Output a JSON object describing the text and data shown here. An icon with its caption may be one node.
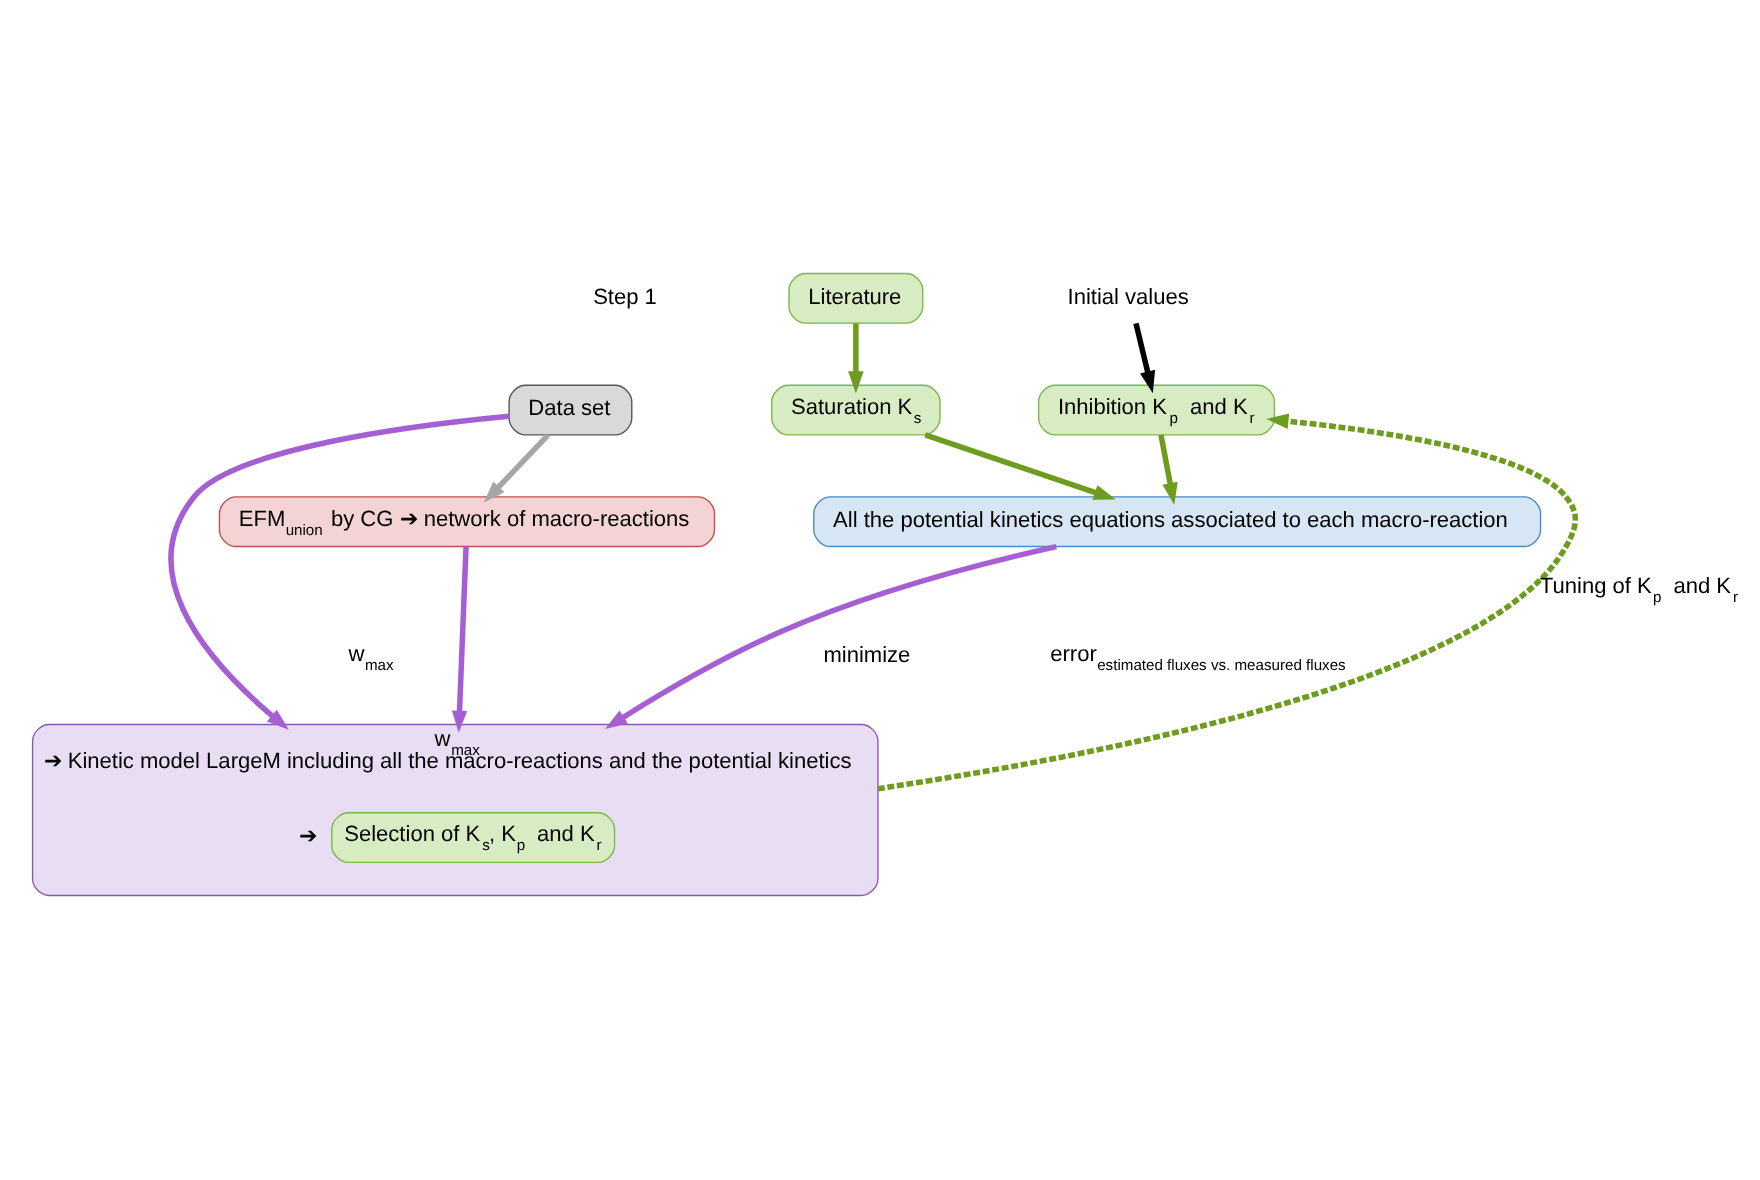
{
  "diagram": {
    "nodes": [
      {
        "text": [
          "Literature"
        ]
      },
      {
        "text": [
          "Initial values"
        ]
      },
      {
        "text": [
          "Data set"
        ]
      },
      {
        "text": [
          "Saturation K$_{s}$"
        ]
      },
      {
        "text": [
          "Inhibition K$_{p}$ and K$_{r}$"
        ]
      },
      {
        "text": [
          "EFM$_{union}$ by CG ➔ network of macro-reactions"
        ]
      },
      {
        "text": [
          "All the potential kinetics equations associated to each macro-reaction"
        ]
      },
      {
        "text": [
          "w$_{max}$",
          "➔ Kinetic model LargeM including all the macro-reactions and the potential kinetics"
        ]
      },
      {
        "text": [
          "Selection of K$_{s}$, K$_{p}$ and K$_{r}$"
        ],
        "in": 7,
        "beside": [
          "➔"
        ]
      }
    ],
    "edges": [
      {
        "from": 0,
        "to": 3,
        "arrow": "to"
      },
      {
        "from": 1,
        "to": 4,
        "arrow": "to",
        "color": "#000000"
      },
      {
        "from": 2,
        "to": 5,
        "arrow": "to",
        "color": "#a6a6a6"
      },
      {
        "from": 3,
        "to": 6,
        "arrow": "to"
      },
      {
        "from": 4,
        "to": 6,
        "arrow": "to"
      },
      {
        "from": 5,
        "to": 7,
        "arrow": "to",
        "color": "#a65fd3"
      },
      {
        "from": 2,
        "to": 7,
        "arrow": "to",
        "color": "#a65fd3"
      },
      {
        "from": 6,
        "to": 7,
        "arrow": "to",
        "color": "#a65fd3"
      },
      {
        "from": 7,
        "to": 4,
        "arrow": "to",
        "style": "dashed",
        "label": "Tuning of K$_{p}$ and K$_{r}$"
      }
    ],
    "labels": [
      "Step 1",
      "minimize",
      "w$_{max}$",
      "error$_{estimated fluxes vs. measured fluxes}$"
    ]
  }
}
